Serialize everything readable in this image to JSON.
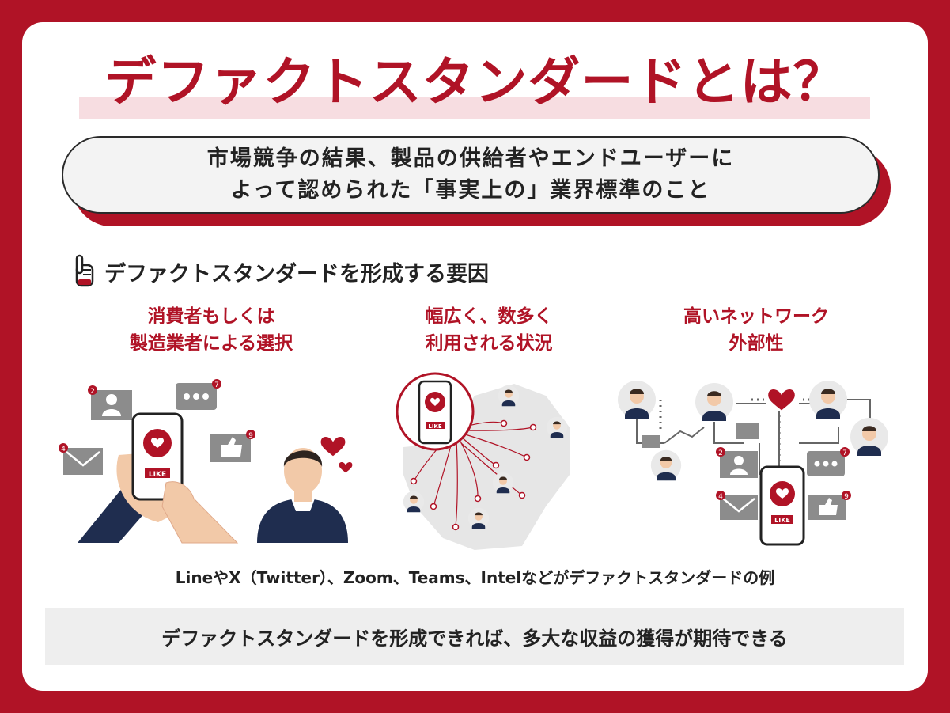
{
  "title": "デファクトスタンダードとは？",
  "definition": {
    "line1": "市場競争の結果、製品の供給者やエンドユーザーに",
    "line2": "よって認められた「事実上の」業界標準のこと"
  },
  "section_heading": "デファクトスタンダードを形成する要因",
  "factors": [
    {
      "line1": "消費者もしくは",
      "line2": "製造業者による選択"
    },
    {
      "line1": "幅広く、数多く",
      "line2": "利用される状況"
    },
    {
      "line1": "高いネットワーク",
      "line2": "外部性"
    }
  ],
  "illustration": {
    "like_label": "LIKE",
    "badges": [
      "2",
      "7",
      "4",
      "9"
    ]
  },
  "examples_text": "LineやX（Twitter）、Zoom、Teams、Intelなどがデファクトスタンダードの例",
  "bottom_text": "デファクトスタンダードを形成できれば、多大な収益の獲得が期待できる",
  "colors": {
    "accent": "#b01326",
    "band": "#f7dde1",
    "gray": "#8c8c8c",
    "navy": "#1f2d4f"
  }
}
